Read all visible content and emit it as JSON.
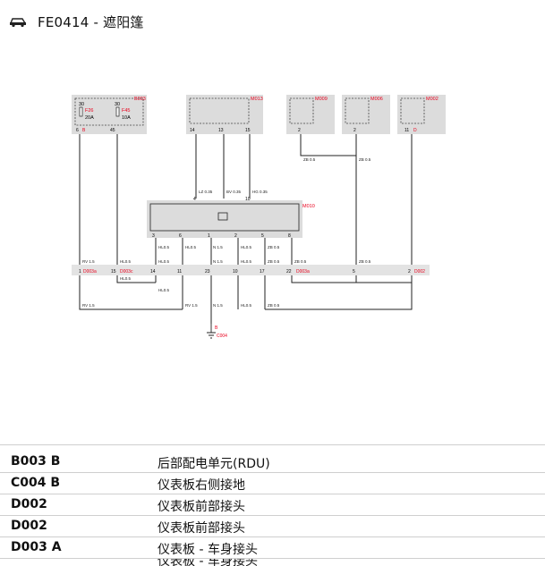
{
  "header": {
    "title": "FE0414 - 遮阳篷"
  },
  "diagram": {
    "b003": {
      "code": "B003",
      "fuses": [
        {
          "top": "30",
          "name": "F26",
          "rating": "20A"
        },
        {
          "top": "30",
          "name": "F45",
          "rating": "10A"
        }
      ],
      "pins": [
        "6",
        "B",
        "45"
      ]
    },
    "m013": {
      "code": "M013",
      "pins": [
        "14",
        "13",
        "15"
      ]
    },
    "m009": {
      "code": "M009",
      "pins": [
        "2"
      ]
    },
    "m006": {
      "code": "M006",
      "pins": [
        "2"
      ]
    },
    "m002": {
      "code": "M002",
      "pins": [
        "11",
        "D"
      ]
    },
    "m010": {
      "code": "M010",
      "top_pins": [
        "4",
        "10"
      ],
      "bottom_pins": [
        "3",
        "6",
        "1",
        "2",
        "5",
        "8"
      ]
    },
    "wires": [
      "LZ 0.35",
      "BV 0.35",
      "HG 0.35",
      "ZB 0.5",
      "ZB 0.5",
      "HL0.5",
      "HL0.5",
      "N 1.5",
      "HL0.5",
      "ZB 0.5"
    ],
    "connectors": [
      {
        "left": "1",
        "code": "D003a"
      },
      {
        "left": "15",
        "code": "D003c"
      },
      {
        "left": "14",
        "code": ""
      },
      {
        "left": "11",
        "code": ""
      },
      {
        "left": "23",
        "code": ""
      },
      {
        "left": "10",
        "code": ""
      },
      {
        "left": "17",
        "code": ""
      },
      {
        "left": "22",
        "code": "D003a"
      },
      {
        "left": "5",
        "code": ""
      },
      {
        "left": "2",
        "code": "D002"
      }
    ],
    "upper_wire_labels": [
      "RV 1.5",
      "HL0.5",
      "HL0.5",
      "N 1.5",
      "HL0.5",
      "ZB 0.5",
      "ZB 0.5",
      "ZB 0.5"
    ],
    "lower_wire_labels": [
      "RV 1.5",
      "HL0.5",
      "HL0.5",
      "RV 1.5",
      "N 1.5",
      "HL0.5",
      "ZB 0.5"
    ],
    "ground": {
      "pin": "B",
      "code": "C004"
    }
  },
  "legend": [
    {
      "code": "B003 B",
      "desc": "后部配电单元(RDU)"
    },
    {
      "code": "C004 B",
      "desc": "仪表板右侧接地"
    },
    {
      "code": "D002",
      "desc": "仪表板前部接头"
    },
    {
      "code": "D002",
      "desc": "仪表板前部接头"
    },
    {
      "code": "D003 A",
      "desc": "仪表板 - 车身接头"
    },
    {
      "code": "",
      "desc": "仪表板 - 车身接头"
    }
  ],
  "colors": {
    "accent": "#e8001c",
    "wire": "#222222",
    "box": "#dcdcdc"
  }
}
